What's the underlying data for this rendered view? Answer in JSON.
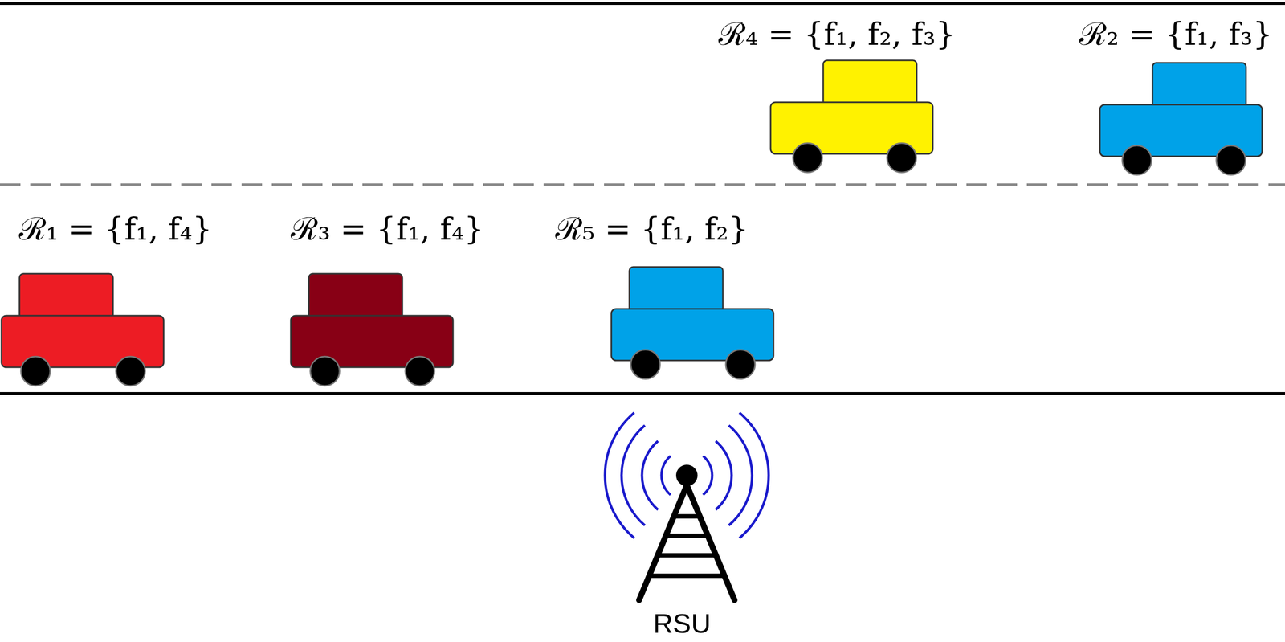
{
  "diagram": {
    "nodes": [
      {
        "text": [
          "ℛ₄ = {f₁, f₂, f₃}"
        ]
      },
      {
        "text": [
          "ℛ₂ = {f₁, f₃}"
        ]
      },
      {
        "text": [
          "ℛ₁ = {f₁, f₄}"
        ]
      },
      {
        "text": [
          "ℛ₃ = {f₁, f₄}"
        ]
      },
      {
        "text": [
          "ℛ₅ = {f₁, f₂}"
        ]
      },
      {
        "text": [
          "RSU"
        ]
      }
    ]
  }
}
